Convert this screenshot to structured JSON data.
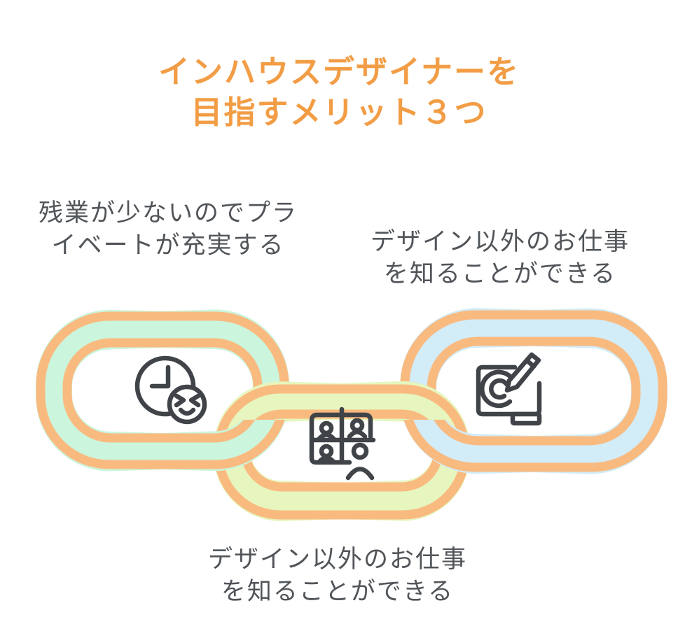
{
  "title": {
    "line1": "インハウスデザイナーを",
    "line2": "目指すメリット３つ"
  },
  "benefits": [
    {
      "position": "left",
      "icon": "clock-smile-icon",
      "link_color_name": "mint",
      "line1": "残業が少ないのでプラ",
      "line2": "イベートが充実する"
    },
    {
      "position": "bottom-center",
      "icon": "video-meeting-icon",
      "link_color_name": "lime",
      "line1": "デザイン以外のお仕事",
      "line2": "を知ることができる"
    },
    {
      "position": "right",
      "icon": "pen-tablet-icon",
      "link_color_name": "blue",
      "line1": "デザイン以外のお仕事",
      "line2": "を知ることができる"
    }
  ],
  "colors": {
    "title_orange": "#F29D45",
    "text_gray": "#515559",
    "link_orange": "#F9BA80",
    "wash_mint": "#CBF5DC",
    "wash_lime": "#E6F6BE",
    "wash_blue": "#D2ECF8",
    "icon_ink": "#404449",
    "bg": "#FFFFFF"
  }
}
